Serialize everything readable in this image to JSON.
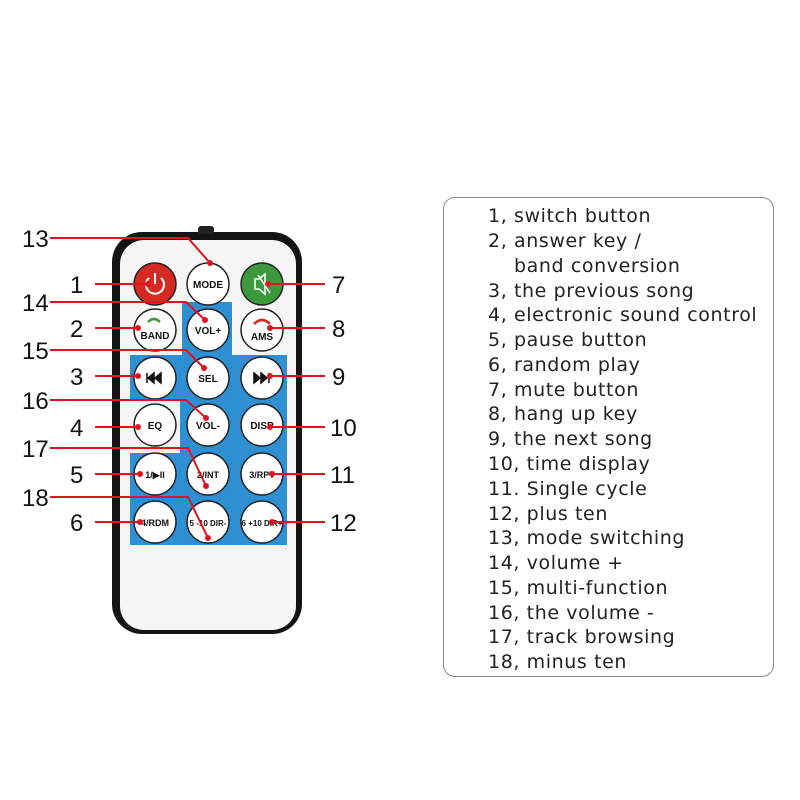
{
  "callout_numbers": [
    "1",
    "2",
    "3",
    "4",
    "5",
    "6",
    "7",
    "8",
    "9",
    "10",
    "11",
    "12",
    "13",
    "14",
    "15",
    "16",
    "17",
    "18"
  ],
  "buttons": {
    "mode": "MODE",
    "vol_plus": "VOL+",
    "band": "BAND",
    "ams": "AMS",
    "sel": "SEL",
    "eq": "EQ",
    "vol_minus": "VOL-",
    "disp": "DISP",
    "play": "1/▶II",
    "int": "2/INT",
    "rpt": "3/RPT",
    "rdm": "4/RDM",
    "minus10": "5 -10 DIR-",
    "plus10": "6 +10 DIR+"
  },
  "legend": [
    "1, switch button",
    "2, answer key /",
    "band conversion",
    "3, the previous song",
    "4, electronic sound control",
    "5, pause button",
    "6, random play",
    "7, mute button",
    "8, hang up key",
    "9, the next song",
    "10, time display",
    "11. Single cycle",
    "12, plus ten",
    "13, mode switching",
    "14, volume +",
    "15, multi-function",
    "16, the volume -",
    "17, track browsing",
    "18, minus ten"
  ],
  "colors": {
    "callout_line": "#e0141e",
    "panel_blue": "#2f8fd3",
    "power_red": "#d42a22",
    "mute_green": "#3c9a3c"
  }
}
